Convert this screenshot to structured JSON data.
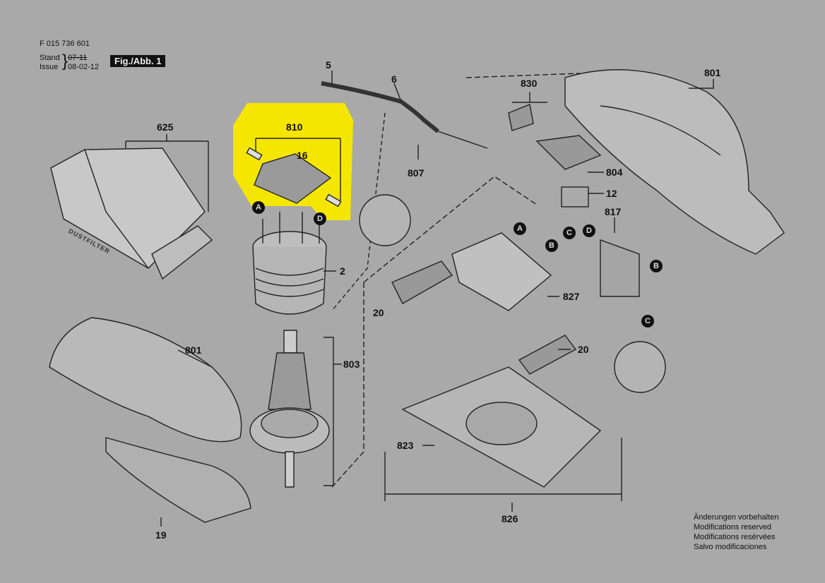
{
  "header": {
    "doc_number": "F 015 736 601",
    "stand_label": "Stand",
    "stand_value": "07-11",
    "issue_label": "Issue",
    "issue_value": "08-02-12",
    "figure_label": "Fig./Abb. 1"
  },
  "highlight_color": "#f5e600",
  "parts": {
    "p5": "5",
    "p6": "6",
    "p807": "807",
    "p830": "830",
    "p801_top": "801",
    "p804": "804",
    "p12": "12",
    "p817": "817",
    "p625": "625",
    "p810": "810",
    "p16": "16",
    "p2": "2",
    "p803": "803",
    "p801_left": "801",
    "p19": "19",
    "p20_left": "20",
    "p827": "827",
    "p20_right": "20",
    "p823": "823",
    "p826": "826"
  },
  "markers": {
    "a1": "A",
    "d1": "D",
    "a2": "A",
    "b1": "B",
    "c1": "C",
    "d2": "D",
    "b2": "B",
    "c2": "C"
  },
  "product_label": "DUSTFILTER",
  "notes": [
    "Änderungen vorbehalten",
    "Modifications reserved",
    "Modifications resérvées",
    "Salvo modificaciones"
  ]
}
